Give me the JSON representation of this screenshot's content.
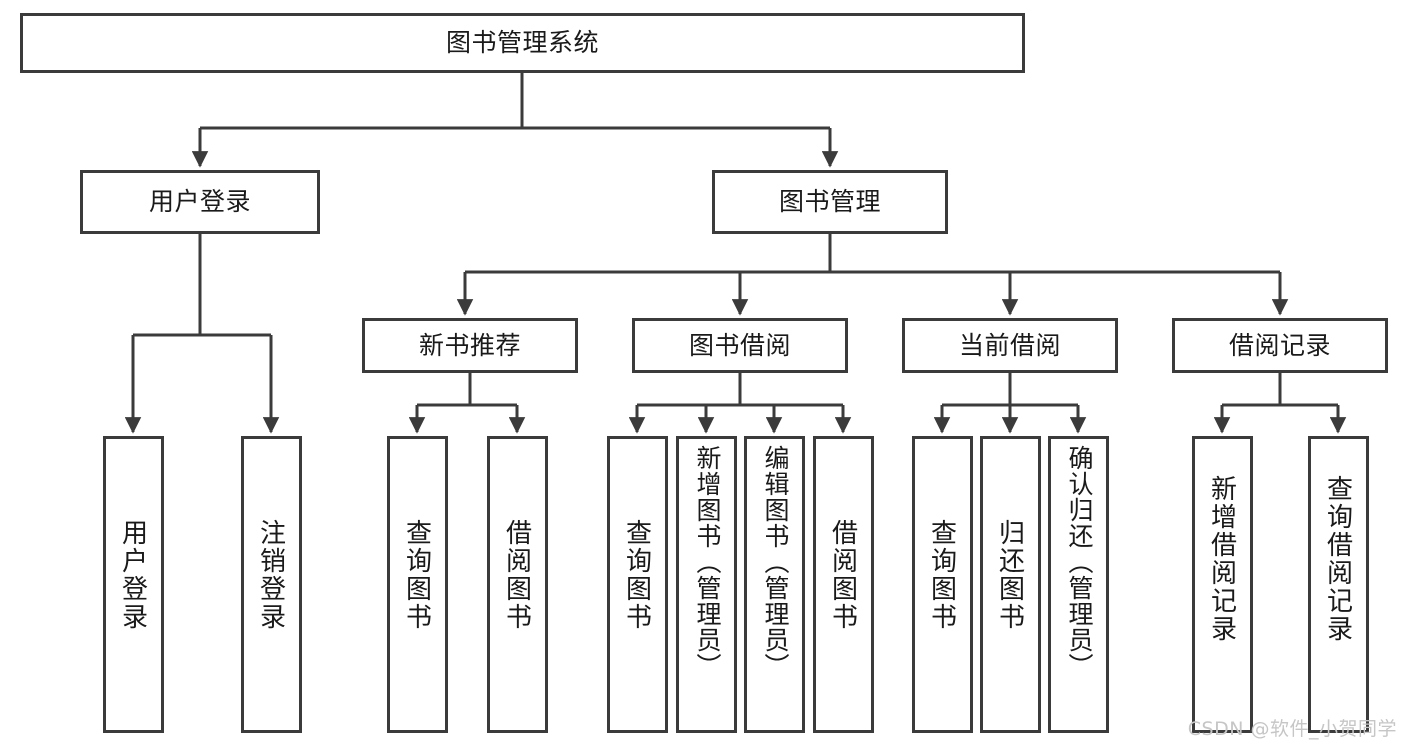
{
  "diagram": {
    "type": "tree-hierarchy",
    "title": "图书管理系统",
    "root": {
      "id": "root",
      "label": "图书管理系统"
    },
    "level1": [
      {
        "id": "user-login",
        "label": "用户登录"
      },
      {
        "id": "book-manage",
        "label": "图书管理"
      }
    ],
    "level2": [
      {
        "id": "new-book-recommend",
        "label": "新书推荐",
        "parent": "book-manage"
      },
      {
        "id": "book-borrow",
        "label": "图书借阅",
        "parent": "book-manage"
      },
      {
        "id": "current-borrow",
        "label": "当前借阅",
        "parent": "book-manage"
      },
      {
        "id": "borrow-record",
        "label": "借阅记录",
        "parent": "book-manage"
      }
    ],
    "leaves": [
      {
        "id": "leaf-user-login",
        "label": "用户登录",
        "parent": "user-login"
      },
      {
        "id": "leaf-logout",
        "label": "注销登录",
        "parent": "user-login"
      },
      {
        "id": "leaf-query-book-1",
        "label": "查询图书",
        "parent": "new-book-recommend"
      },
      {
        "id": "leaf-borrow-book-1",
        "label": "借阅图书",
        "parent": "new-book-recommend"
      },
      {
        "id": "leaf-query-book-2",
        "label": "查询图书",
        "parent": "book-borrow"
      },
      {
        "id": "leaf-add-book",
        "label": "新增图书（管理员）",
        "parent": "book-borrow"
      },
      {
        "id": "leaf-edit-book",
        "label": "编辑图书（管理员）",
        "parent": "book-borrow"
      },
      {
        "id": "leaf-borrow-book-2",
        "label": "借阅图书",
        "parent": "book-borrow"
      },
      {
        "id": "leaf-query-book-3",
        "label": "查询图书",
        "parent": "current-borrow"
      },
      {
        "id": "leaf-return-book",
        "label": "归还图书",
        "parent": "current-borrow"
      },
      {
        "id": "leaf-confirm-return",
        "label": "确认归还（管理员）",
        "parent": "current-borrow"
      },
      {
        "id": "leaf-add-record",
        "label": "新增借阅记录",
        "parent": "borrow-record"
      },
      {
        "id": "leaf-query-record",
        "label": "查询借阅记录",
        "parent": "borrow-record"
      }
    ],
    "colors": {
      "box_border": "#3b3b3b",
      "connector": "#3b3b3b",
      "background": "#ffffff",
      "text": "#1a1a1a",
      "watermark": "#c6c6c6"
    }
  },
  "watermark": {
    "text": "CSDN @软件_小贺同学"
  }
}
